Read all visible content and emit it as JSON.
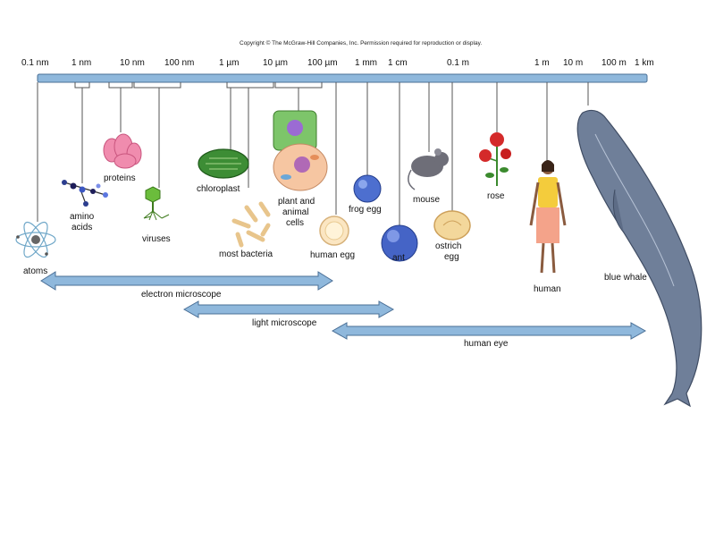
{
  "copyright": "Copyright © The McGraw-Hill Companies, Inc. Permission required for reproduction or display.",
  "scale_labels": [
    "0.1 nm",
    "1 nm",
    "10 nm",
    "100 nm",
    "1 µm",
    "10 µm",
    "100 µm",
    "1 mm",
    "1 cm",
    "0.1 m",
    "1 m",
    "10 m",
    "100 m",
    "1 km"
  ],
  "items": {
    "atoms": "atoms",
    "amino_acids": [
      "amino",
      "acids"
    ],
    "proteins": "proteins",
    "viruses": "viruses",
    "chloroplast": "chloroplast",
    "most_bacteria": "most bacteria",
    "plant_animal_cells": [
      "plant and",
      "animal",
      "cells"
    ],
    "human_egg": "human egg",
    "frog_egg": "frog egg",
    "ant": "ant",
    "mouse": "mouse",
    "ostrich_egg": [
      "ostrich",
      "egg"
    ],
    "rose": "rose",
    "human": "human",
    "blue_whale": "blue whale"
  },
  "ranges": {
    "electron": "electron microscope",
    "light": "light microscope",
    "eye": "human eye"
  },
  "colors": {
    "bar": "#8fb8dc",
    "bar_stroke": "#4a6f96",
    "arrow": "#8fb8dc",
    "line": "#555555"
  }
}
